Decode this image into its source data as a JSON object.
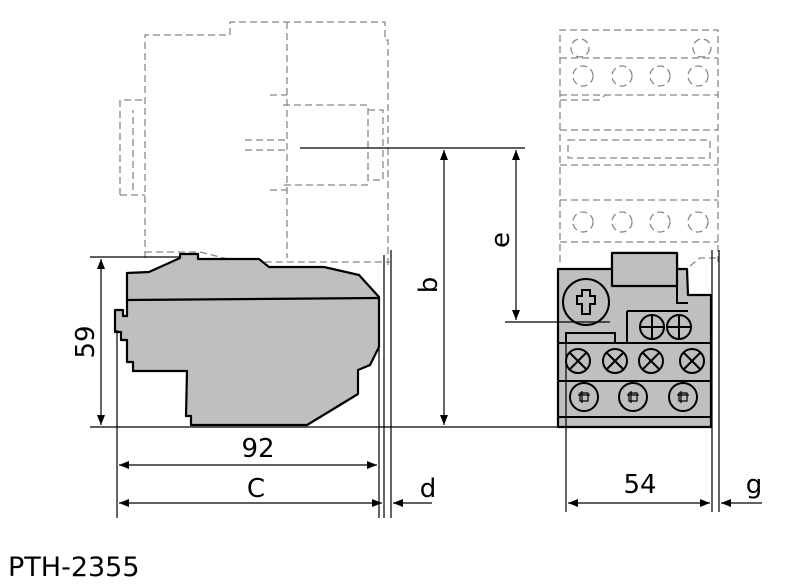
{
  "title": "PTH-2355",
  "dimensions": {
    "height_59": "59",
    "width_92": "92",
    "c": "C",
    "b": "b",
    "d": "d",
    "e": "e",
    "width_54": "54",
    "g": "g"
  },
  "colors": {
    "body_fill": "#bfbfc1",
    "outline": "#000000",
    "dashed": "#888888"
  }
}
